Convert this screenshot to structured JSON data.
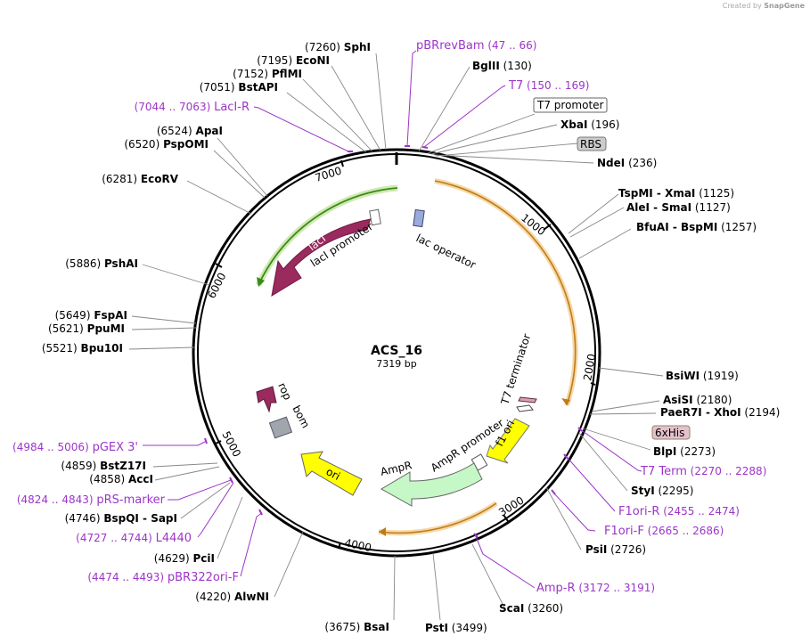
{
  "credit": {
    "prefix": "Created by",
    "brand": "SnapGene"
  },
  "plasmid": {
    "name": "ACS_16",
    "length_label": "7319 bp"
  },
  "ticks": [
    "1000",
    "2000",
    "3000",
    "4000",
    "5000",
    "6000",
    "7000"
  ],
  "features": {
    "lac_operator": "lac operator",
    "laci_promoter": "lacI promoter",
    "laci": "lacI",
    "rop": "rop",
    "bom": "bom",
    "ori": "ori",
    "ampr": "AmpR",
    "ampr_promoter": "AmpR promoter",
    "f1_ori": "f1 ori",
    "t7_terminator": "T7 terminator"
  },
  "sites": [
    {
      "name": "SphI",
      "pos": "(7260)"
    },
    {
      "name": "EcoNI",
      "pos": "(7195)"
    },
    {
      "name": "PflMI",
      "pos": "(7152)"
    },
    {
      "name": "BstAPI",
      "pos": "(7051)"
    },
    {
      "name": "ApaI",
      "pos": "(6524)"
    },
    {
      "name": "PspOMI",
      "pos": "(6520)"
    },
    {
      "name": "EcoRV",
      "pos": "(6281)"
    },
    {
      "name": "PshAI",
      "pos": "(5886)"
    },
    {
      "name": "FspAI",
      "pos": "(5649)"
    },
    {
      "name": "PpuMI",
      "pos": "(5621)"
    },
    {
      "name": "Bpu10I",
      "pos": "(5521)"
    },
    {
      "name": "BstZ17I",
      "pos": "(4859)"
    },
    {
      "name": "AccI",
      "pos": "(4858)"
    },
    {
      "name": "BspQI",
      "sep": "-",
      "name2": "SapI",
      "pos": "(4746)"
    },
    {
      "name": "PciI",
      "pos": "(4629)"
    },
    {
      "name": "AlwNI",
      "pos": "(4220)"
    },
    {
      "name": "BsaI",
      "pos": "(3675)"
    },
    {
      "name": "PstI",
      "pos": "(3499)"
    },
    {
      "name": "ScaI",
      "pos": "(3260)"
    },
    {
      "name": "PsiI",
      "pos": "(2726)"
    },
    {
      "name": "StyI",
      "pos": "(2295)"
    },
    {
      "name": "BlpI",
      "pos": "(2273)"
    },
    {
      "name": "PaeR7I",
      "sep": "-",
      "name2": "XhoI",
      "pos": "(2194)"
    },
    {
      "name": "AsiSI",
      "pos": "(2180)"
    },
    {
      "name": "BsiWI",
      "pos": "(1919)"
    },
    {
      "name": "BfuAI",
      "sep": "-",
      "name2": "BspMI",
      "pos": "(1257)"
    },
    {
      "name": "AleI",
      "sep": "-",
      "name2": "SmaI",
      "pos": "(1127)"
    },
    {
      "name": "TspMI",
      "sep": "-",
      "name2": "XmaI",
      "pos": "(1125)"
    },
    {
      "name": "NdeI",
      "pos": "(236)"
    },
    {
      "name": "XbaI",
      "pos": "(196)"
    },
    {
      "name": "BglII",
      "pos": "(130)"
    }
  ],
  "primers": [
    {
      "name": "pBRrevBam",
      "range": "(47 .. 66)"
    },
    {
      "name": "T7",
      "range": "(150 .. 169)"
    },
    {
      "name": "LacI-R",
      "range": "(7044 .. 7063)"
    },
    {
      "name": "pGEX 3'",
      "range": "(4984 .. 5006)"
    },
    {
      "name": "pRS-marker",
      "range": "(4824 .. 4843)"
    },
    {
      "name": "L4440",
      "range": "(4727 .. 4744)"
    },
    {
      "name": "pBR322ori-F",
      "range": "(4474 .. 4493)"
    },
    {
      "name": "Amp-R",
      "range": "(3172 .. 3191)"
    },
    {
      "name": "F1ori-F",
      "range": "(2665 .. 2686)"
    },
    {
      "name": "F1ori-R",
      "range": "(2455 .. 2474)"
    },
    {
      "name": "T7 Term",
      "range": "(2270 .. 2288)"
    }
  ],
  "boxed_labels": {
    "t7_promoter": "T7 promoter",
    "rbs": "RBS",
    "his": "6xHis"
  },
  "colors": {
    "primer": "#9c35c8",
    "backbone": "#000000",
    "laci": "#9b2a5e",
    "ori": "#ffff00",
    "ampr": "#c6f7c6",
    "orange": "#e8a040",
    "green": "#55aa22"
  }
}
